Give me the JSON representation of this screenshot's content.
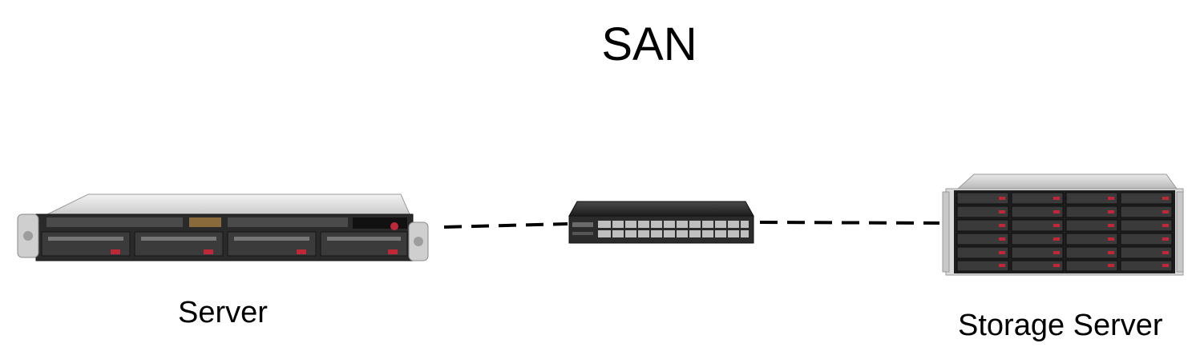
{
  "title": "SAN",
  "nodes": {
    "server": {
      "label": "Server",
      "icon": "rack-server-1u-icon"
    },
    "switch": {
      "icon": "network-switch-icon"
    },
    "storage": {
      "label": "Storage Server",
      "icon": "storage-server-4u-icon"
    }
  },
  "links": [
    {
      "from": "server",
      "to": "switch",
      "style": "dashed"
    },
    {
      "from": "switch",
      "to": "storage",
      "style": "dashed"
    }
  ],
  "colors": {
    "line": "#000000",
    "chassis_silver": "#d9d9d9",
    "chassis_dark": "#1e1e1e",
    "accent_red": "#c0283a"
  }
}
